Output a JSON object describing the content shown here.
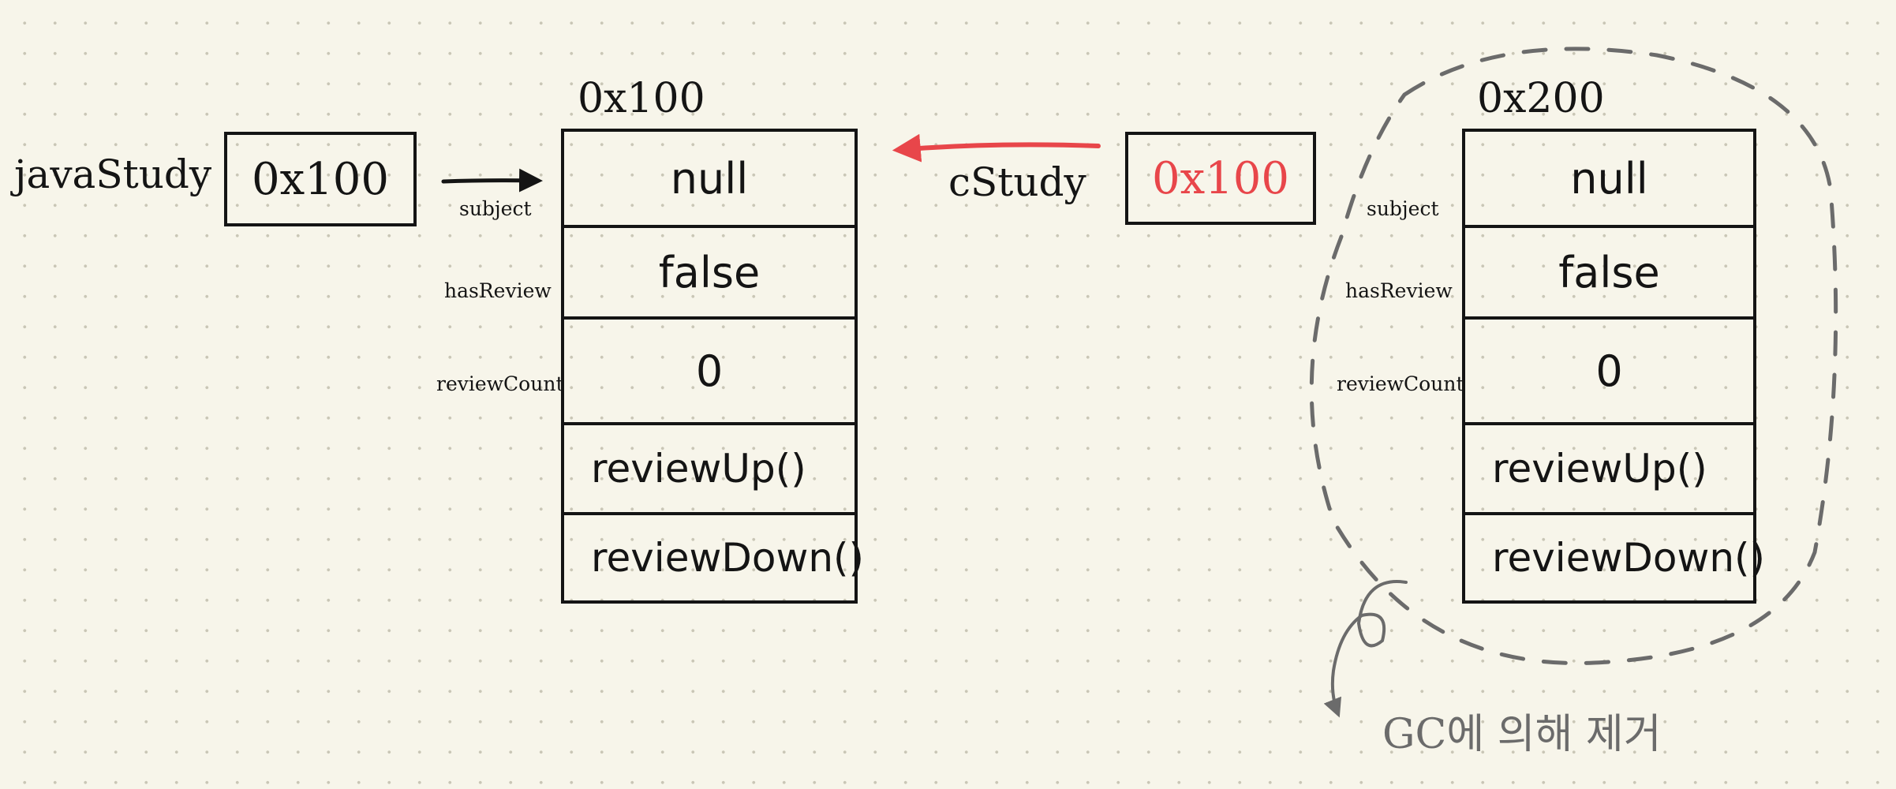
{
  "colors": {
    "ink": "#141414",
    "highlight": "#e8464a",
    "gc": "#6b6b6b",
    "paper": "#f7f5ea"
  },
  "variables": {
    "java_study": {
      "name": "javaStudy",
      "value": "0x100"
    },
    "c_study": {
      "name": "cStudy",
      "value": "0x100"
    }
  },
  "objects": [
    {
      "address": "0x100",
      "labels": [
        "subject",
        "hasReview",
        "reviewCount"
      ],
      "fields": [
        "null",
        "false",
        "0"
      ],
      "methods": [
        "reviewUp()",
        "reviewDown()"
      ]
    },
    {
      "address": "0x200",
      "labels": [
        "subject",
        "hasReview",
        "reviewCount"
      ],
      "fields": [
        "null",
        "false",
        "0"
      ],
      "methods": [
        "reviewUp()",
        "reviewDown()"
      ]
    }
  ],
  "gc_note": "GC에 의해 제거"
}
